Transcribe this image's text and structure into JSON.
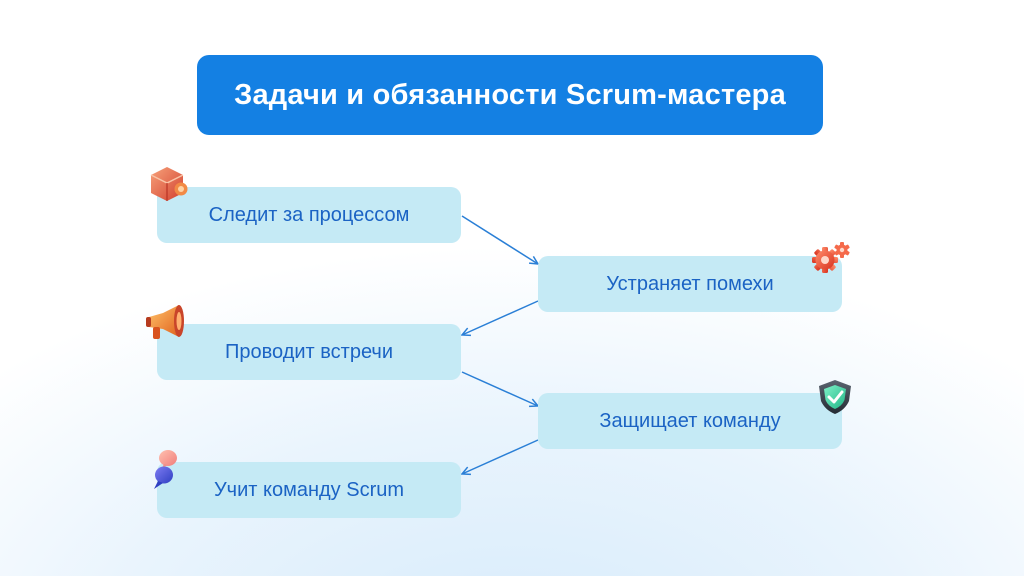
{
  "title": "Задачи и обязанности Scrum-мастера",
  "steps": [
    {
      "label": "Следит за процессом",
      "icon": "camera-box-icon"
    },
    {
      "label": "Устраняет помехи",
      "icon": "gear-icon"
    },
    {
      "label": "Проводит встречи",
      "icon": "megaphone-icon"
    },
    {
      "label": "Защищает команду",
      "icon": "shield-check-icon"
    },
    {
      "label": "Учит команду Scrum",
      "icon": "chat-bubbles-icon"
    }
  ],
  "colors": {
    "title_bg": "#1480e3",
    "title_text": "#ffffff",
    "step_bg": "#c5eaf5",
    "step_text": "#1b63c4",
    "arrow": "#2a7fd6"
  }
}
